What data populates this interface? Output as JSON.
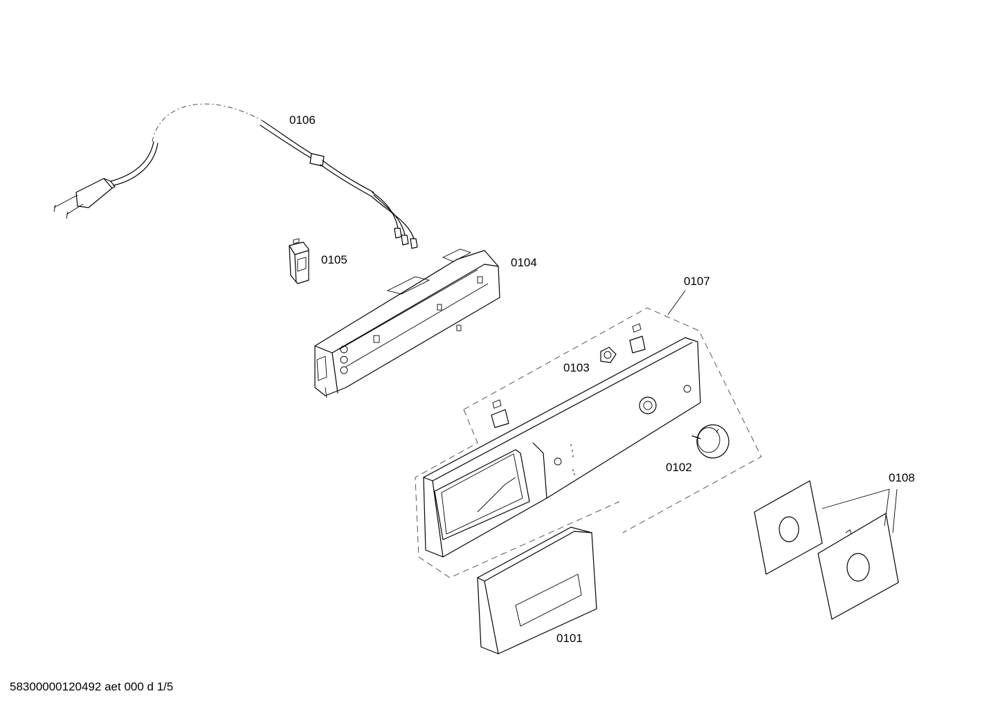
{
  "diagram": {
    "parts": [
      {
        "id": "cord",
        "label": "0106"
      },
      {
        "id": "suppressor",
        "label": "0105"
      },
      {
        "id": "module",
        "label": "0104"
      },
      {
        "id": "panel_group",
        "label": "0107"
      },
      {
        "id": "button",
        "label": "0103"
      },
      {
        "id": "knob",
        "label": "0102"
      },
      {
        "id": "handle",
        "label": "0101"
      },
      {
        "id": "rosettes",
        "label": "0108"
      }
    ],
    "footer": "58300000120492 aet 000 d 1/5"
  }
}
